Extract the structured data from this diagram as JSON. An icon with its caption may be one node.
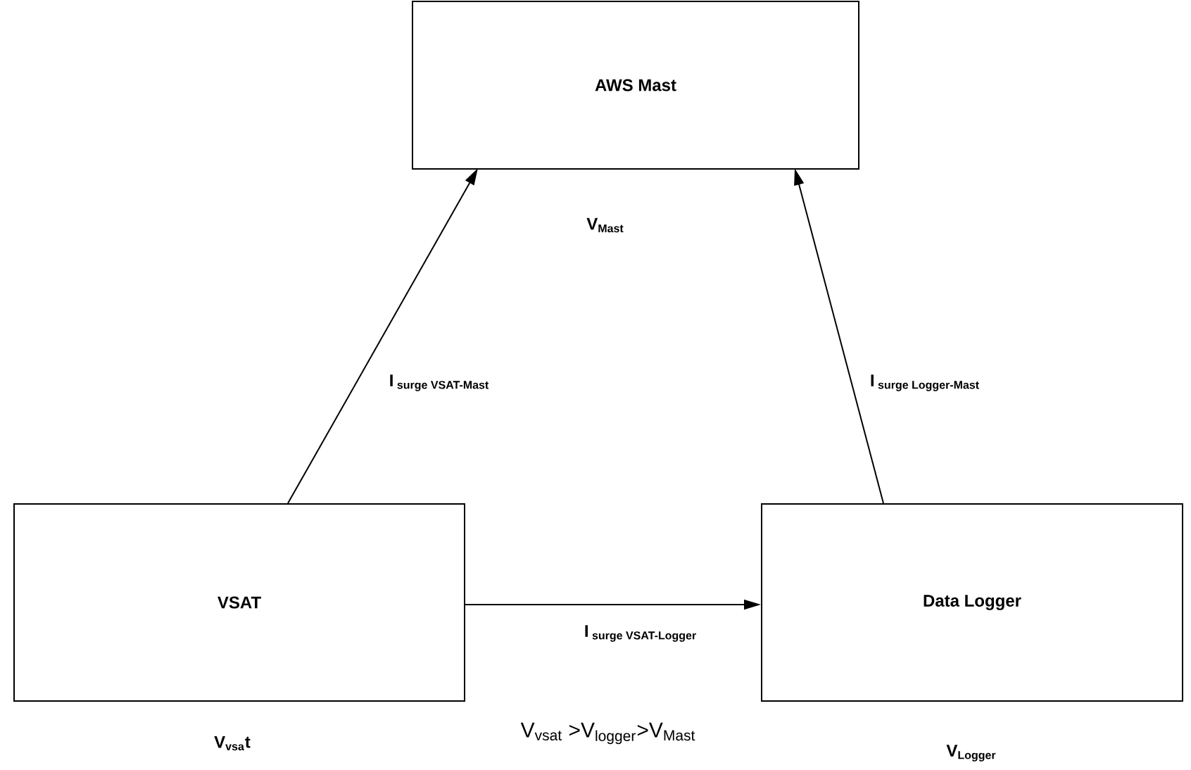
{
  "diagram": {
    "nodes": [
      {
        "text": [
          "AWS Mast"
        ],
        "beside": [
          "V$_{Mast}$"
        ]
      },
      {
        "text": [
          "VSAT"
        ],
        "beside": [
          "V$_{vsa}$t"
        ]
      },
      {
        "text": [
          "Data Logger"
        ],
        "beside": [
          "V$_{Logger}$"
        ]
      }
    ],
    "edges": [
      {
        "from": 1,
        "to": 0,
        "arrow": "to",
        "label": "\\textbf{I}_{\\textbf{ surge VSAT-Mast}}"
      },
      {
        "from": 2,
        "to": 0,
        "arrow": "to",
        "label": "\\textbf{I}_{\\textbf{ surge Logger-Mast}}"
      },
      {
        "from": 1,
        "to": 2,
        "arrow": "to",
        "label": "\\textbf{I}_{\\textbf{ surge VSAT-Logger}}"
      }
    ],
    "labels": [
      "V$_{vsat}$ >V$_{logger}$>V$_{Mast}$"
    ]
  }
}
